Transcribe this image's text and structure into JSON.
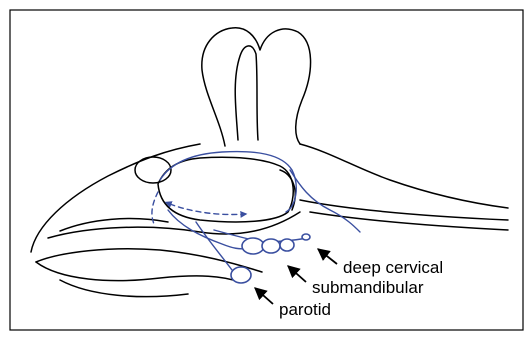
{
  "colors": {
    "outline": "#000000",
    "vessel": "#3a4fa0",
    "background": "#ffffff"
  },
  "labels": {
    "deep_cervical": "deep cervical",
    "submandibular": "submandibular",
    "parotid": "parotid"
  }
}
